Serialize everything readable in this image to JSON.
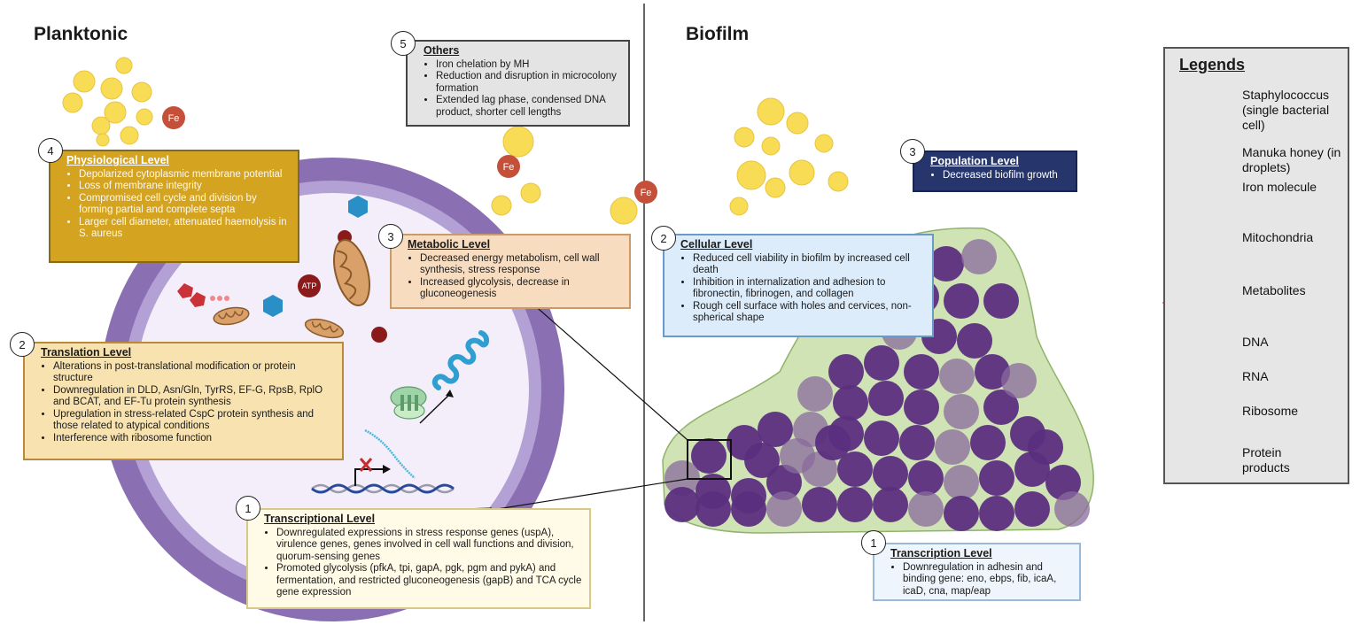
{
  "titles": {
    "left": "Planktonic",
    "right": "Biofilm"
  },
  "labels": {
    "fe": "Fe",
    "atp": "ATP"
  },
  "boxes": {
    "others": {
      "number": "5",
      "heading": "Others",
      "items": [
        "Iron chelation by MH",
        "Reduction and disruption in microcolony formation",
        "Extended lag phase, condensed DNA product, shorter cell lengths"
      ]
    },
    "physiological": {
      "number": "4",
      "heading": "Physiological Level",
      "items": [
        "Depolarized cytoplasmic membrane potential",
        "Loss of membrane integrity",
        "Compromised cell cycle and division by forming partial and complete septa",
        "Larger cell diameter, attenuated haemolysis in S. aureus"
      ]
    },
    "metabolic": {
      "number": "3",
      "heading": "Metabolic Level",
      "items": [
        "Decreased energy metabolism, cell wall synthesis, stress response",
        "Increased glycolysis, decrease in gluconeogenesis"
      ]
    },
    "translation": {
      "number": "2",
      "heading": "Translation Level",
      "items": [
        "Alterations in post-translational modification or protein structure",
        "Downregulation in DLD, Asn/Gln, TyrRS, EF-G, RpsB, RplO and BCAT, and EF-Tu protein synthesis",
        "Upregulation in stress-related CspC protein synthesis and those related to atypical conditions",
        "Interference with ribosome function"
      ]
    },
    "transcriptional": {
      "number": "1",
      "heading": "Transcriptional Level",
      "items": [
        "Downregulated expressions in stress response genes (uspA), virulence genes, genes involved in cell wall functions and division, quorum-sensing genes",
        "Promoted glycolysis (pfkA, tpi, gapA, pgk, pgm and pykA) and fermentation, and restricted gluconeogenesis (gapB) and TCA cycle gene expression"
      ]
    },
    "population": {
      "number": "3",
      "heading": "Population Level",
      "items": [
        "Decreased biofilm growth"
      ]
    },
    "cellular": {
      "number": "2",
      "heading": "Cellular Level",
      "items": [
        "Reduced cell viability in biofilm by increased cell death",
        "Inhibition in internalization and adhesion to fibronectin, fibrinogen, and collagen",
        "Rough cell surface with holes and cervices, non-spherical shape"
      ]
    },
    "transcription": {
      "number": "1",
      "heading": "Transcription Level",
      "items": [
        "Downregulation in adhesin and binding gene: eno, ebps, fib, icaA, icaD, cna, map/eap"
      ]
    }
  },
  "legend": {
    "title": "Legends",
    "items": [
      {
        "label": "Staphylococcus (single bacterial cell)",
        "icon": "staphylococcus-icon"
      },
      {
        "label": "Manuka honey (in droplets)",
        "icon": "honey-droplet-icon"
      },
      {
        "label": "Iron molecule",
        "icon": "iron-molecule-icon"
      },
      {
        "label": "Mitochondria",
        "icon": "mitochondria-icon"
      },
      {
        "label": "Metabolites",
        "icon": "metabolites-icon"
      },
      {
        "label": "DNA",
        "icon": "dna-icon"
      },
      {
        "label": "RNA",
        "icon": "rna-icon"
      },
      {
        "label": "Ribosome",
        "icon": "ribosome-icon"
      },
      {
        "label": "Protein products",
        "icon": "protein-icon"
      }
    ]
  },
  "colors": {
    "cell_wall": "#8a6fb3",
    "cytoplasm": "#f3eefa",
    "honey": "#f8dc55",
    "iron": "#c4503a",
    "bacterium": "#5b2e7e",
    "biofilm_matrix": "#cfe3b5",
    "physiological_box": "#d4a320",
    "metabolic_box": "#f8dcc0",
    "translation_box": "#f7e2b0",
    "transcriptional_box": "#fffbe6",
    "others_box": "#e4e4e4",
    "population_box": "#26356b",
    "cellular_box": "#dcecfb",
    "transcription_box": "#eef5fc"
  }
}
